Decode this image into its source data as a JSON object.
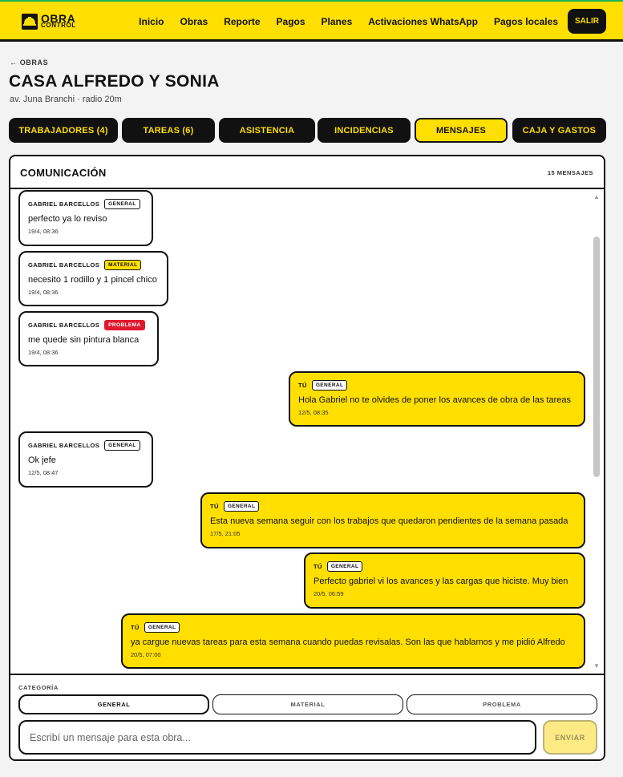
{
  "app": {
    "logo_line1": "OBRA",
    "logo_line2": "CONTROL"
  },
  "nav": {
    "items": [
      "Inicio",
      "Obras",
      "Reporte",
      "Pagos",
      "Planes",
      "Activaciones WhatsApp",
      "Pagos locales"
    ],
    "logout_label": "SALIR"
  },
  "page": {
    "back_label": "← OBRAS",
    "title": "CASA ALFREDO Y SONIA",
    "subtitle": "av. Juna Branchi · radio 20m"
  },
  "tabs": {
    "items": [
      "TRABAJADORES (4)",
      "TAREAS (6)",
      "ASISTENCIA",
      "INCIDENCIAS",
      "MENSAJES",
      "CAJA Y GASTOS"
    ],
    "active": "MENSAJES"
  },
  "chat": {
    "title": "COMUNICACIÓN",
    "count_label": "15 MENSAJES",
    "messages": [
      {
        "author": "GABRIEL BARCELLOS",
        "category": "GENERAL",
        "text": "perfecto ya lo reviso",
        "time": "19/4, 08:36"
      },
      {
        "author": "GABRIEL BARCELLOS",
        "category": "MATERIAL",
        "text": "necesito 1 rodillo y 1 pincel chico",
        "time": "19/4, 08:36"
      },
      {
        "author": "GABRIEL BARCELLOS",
        "category": "PROBLEMA",
        "text": "me quede sin pintura blanca",
        "time": "19/4, 08:36"
      },
      {
        "author": "TÚ",
        "category": "GENERAL",
        "text": "Hola Gabriel no te olvides de poner los avances de obra de las tareas",
        "time": "12/5, 08:35"
      },
      {
        "author": "GABRIEL BARCELLOS",
        "category": "GENERAL",
        "text": "Ok jefe",
        "time": "12/5, 08:47"
      },
      {
        "author": "TÚ",
        "category": "GENERAL",
        "text": "Esta nueva semana seguir con los trabajos que quedaron pendientes de la semana pasada",
        "time": "17/5, 21:05"
      },
      {
        "author": "TÚ",
        "category": "GENERAL",
        "text": "Perfecto gabriel vi los avances y las cargas que hiciste. Muy bien",
        "time": "20/5, 06:59"
      },
      {
        "author": "TÚ",
        "category": "GENERAL",
        "text": "ya cargue nuevas tareas para esta semana cuando puedas revisalas. Son las que hablamos y me pidió Alfredo",
        "time": "20/5, 07:00"
      }
    ]
  },
  "composer": {
    "category_label": "CATEGORÍA",
    "categories": [
      "GENERAL",
      "MATERIAL",
      "PROBLEMA"
    ],
    "selected_category": "GENERAL",
    "input_value": "",
    "input_placeholder": "Escribí un mensaje para esta obra...",
    "send_label": "ENVIAR"
  },
  "colors": {
    "accent": "#ffdf00",
    "dark": "#111111",
    "problem": "#e0182d",
    "top_stripe": "#1db45a"
  }
}
